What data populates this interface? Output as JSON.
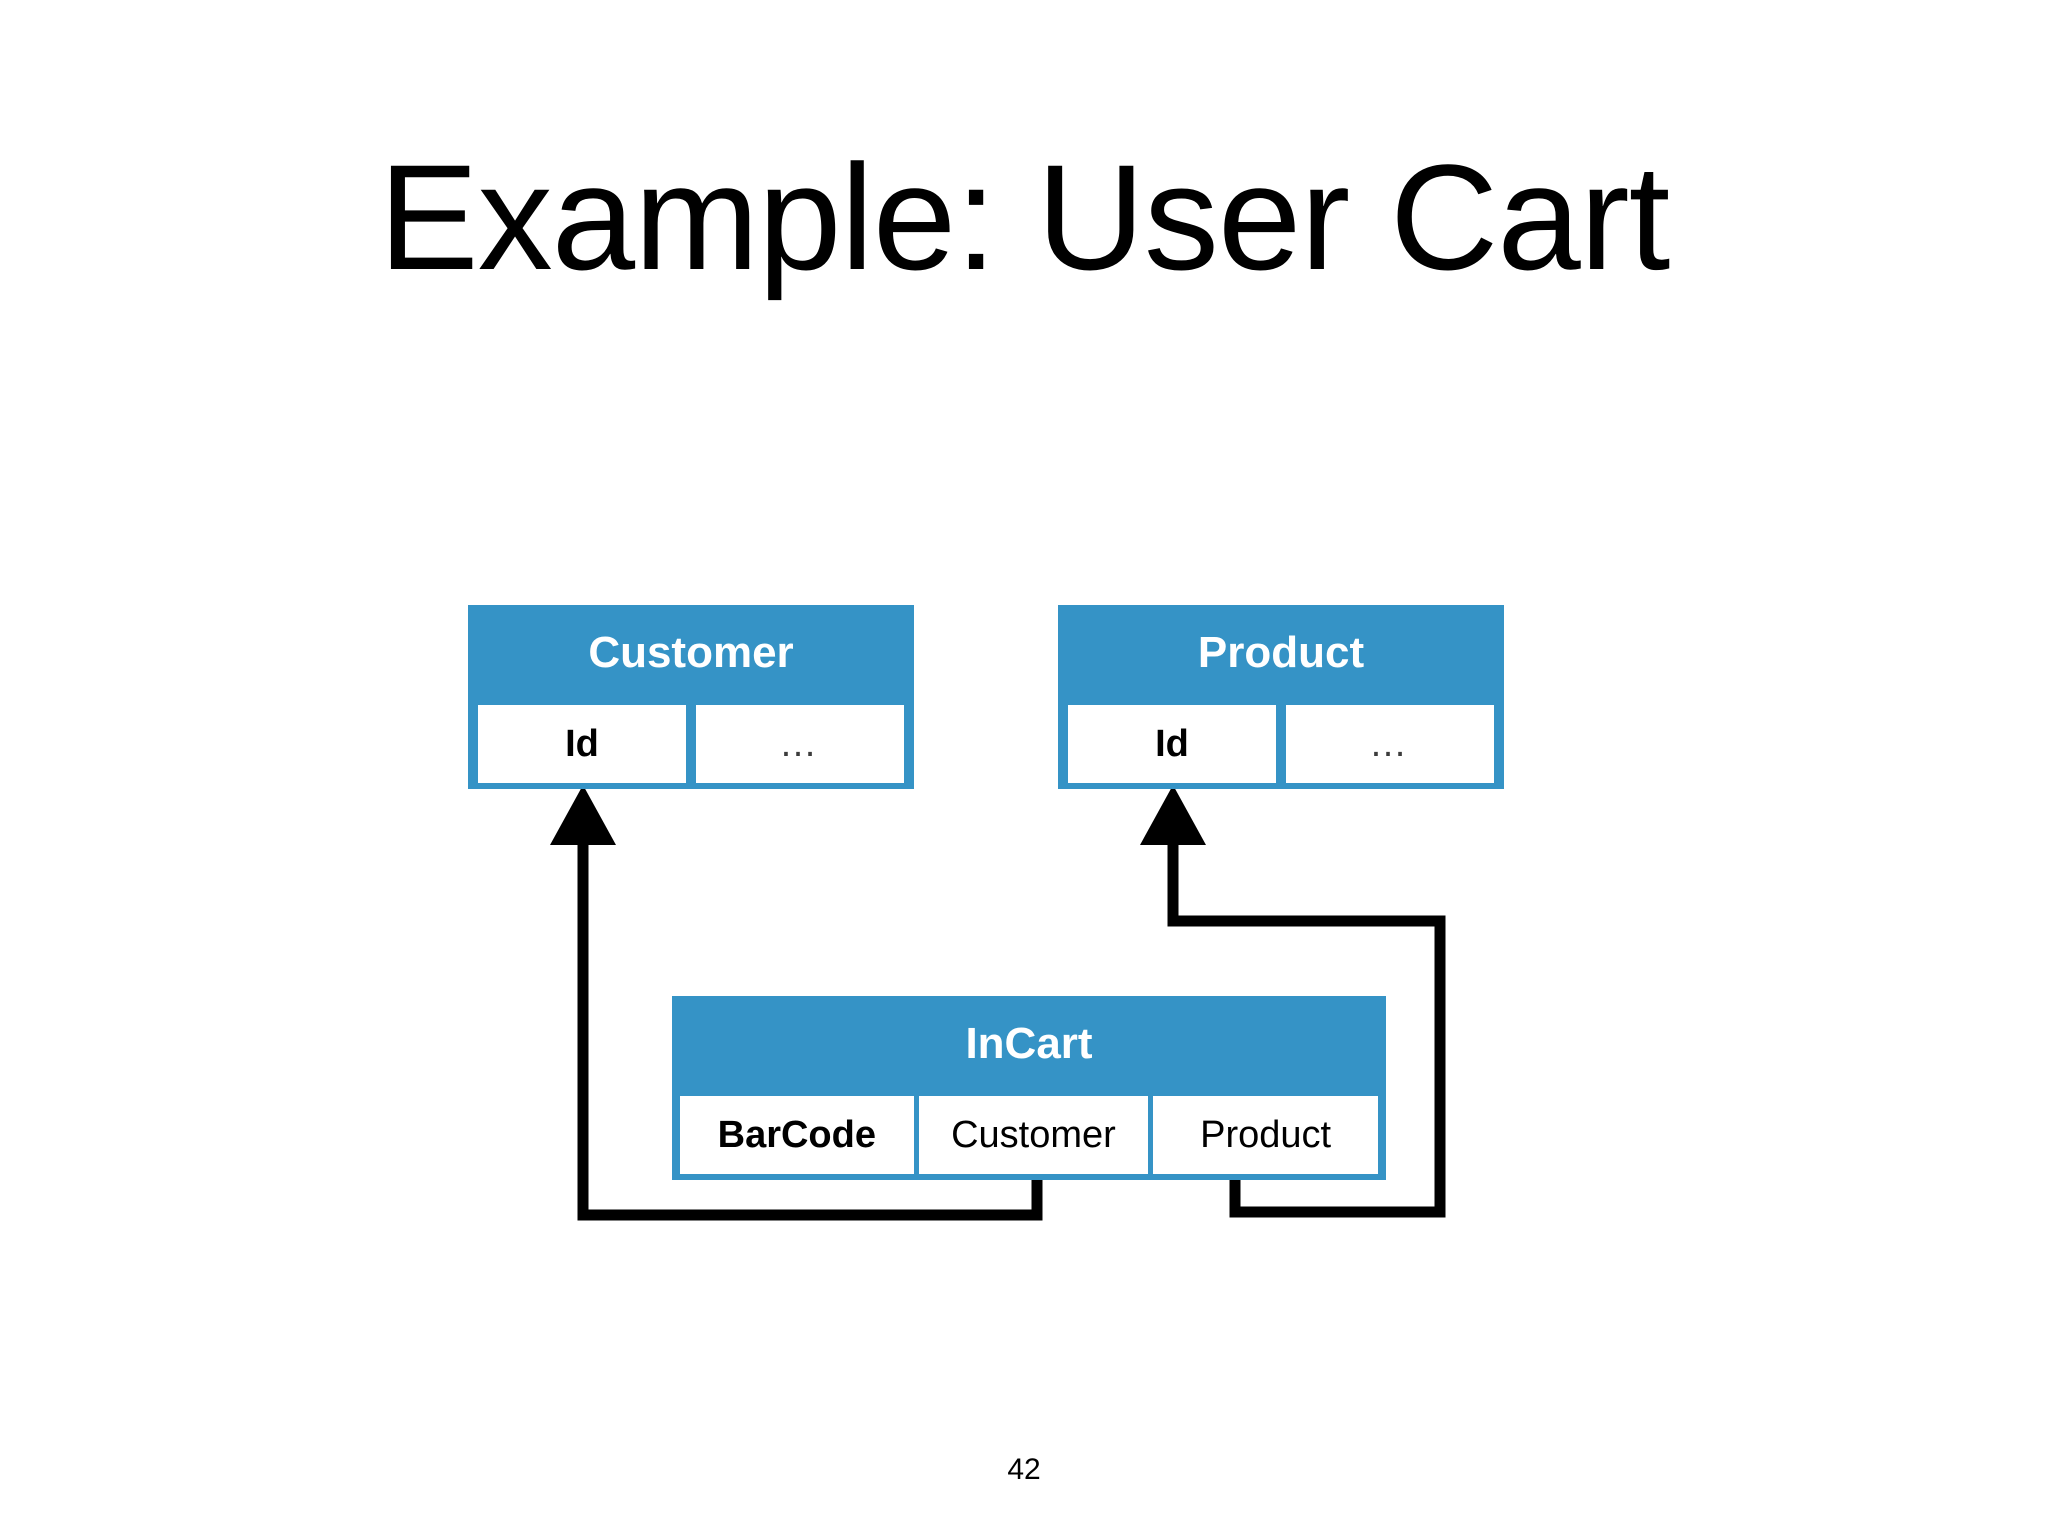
{
  "slide": {
    "title": "Example: User Cart",
    "page_number": "42",
    "background_color": "#ffffff"
  },
  "theme": {
    "entity_fill": "#3593C6",
    "entity_header_text": "#ffffff",
    "field_fill": "#ffffff",
    "field_text": "#000000",
    "connector_color": "#000000"
  },
  "diagram": {
    "type": "entity-relationship",
    "entities": [
      {
        "id": "customer",
        "name": "Customer",
        "fields": [
          {
            "label": "Id",
            "style": "key"
          },
          {
            "label": "…",
            "style": "ellipsis"
          }
        ]
      },
      {
        "id": "product",
        "name": "Product",
        "fields": [
          {
            "label": "Id",
            "style": "key"
          },
          {
            "label": "…",
            "style": "ellipsis"
          }
        ]
      },
      {
        "id": "incart",
        "name": "InCart",
        "fields": [
          {
            "label": "BarCode",
            "style": "key"
          },
          {
            "label": "Customer",
            "style": "plain"
          },
          {
            "label": "Product",
            "style": "plain"
          }
        ]
      }
    ],
    "relationships": [
      {
        "id": "incart-customer-fk",
        "from_entity": "incart",
        "from_field": "Customer",
        "to_entity": "customer",
        "to_field": "Id",
        "arrow": "open-head-filled"
      },
      {
        "id": "incart-product-fk",
        "from_entity": "incart",
        "from_field": "Product",
        "to_entity": "product",
        "to_field": "Id",
        "arrow": "open-head-filled"
      }
    ]
  }
}
